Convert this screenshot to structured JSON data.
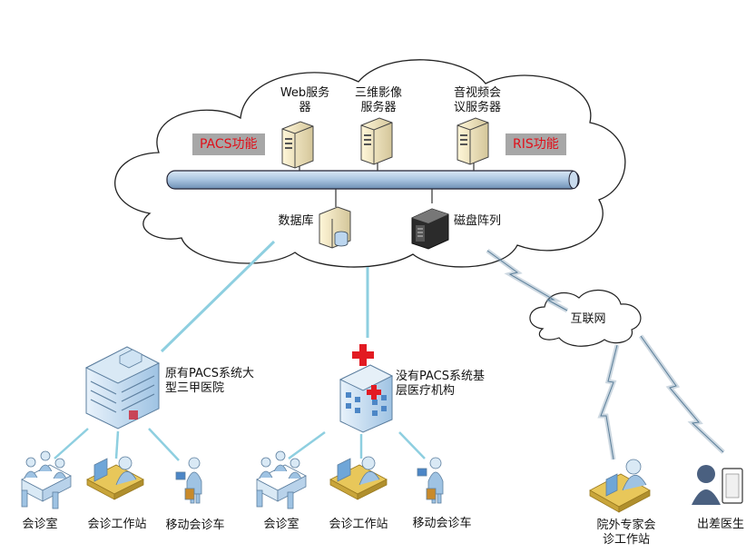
{
  "cloud": {
    "web_server": "Web服务\n器",
    "three_d_server": "三维影像\n服务器",
    "av_server": "音视频会\n议服务器",
    "database": "数据库",
    "disk_array": "磁盘阵列",
    "pacs_tag": "PACS功能",
    "ris_tag": "RIS功能"
  },
  "internet": {
    "label": "互联网"
  },
  "hospital_a": {
    "name": "原有PACS系统大\n型三甲医院",
    "room": "会诊室",
    "workstation": "会诊工作站",
    "mobile": "移动会诊车"
  },
  "hospital_b": {
    "name": "没有PACS系统基\n层医疗机构",
    "room": "会诊室",
    "workstation": "会诊工作站",
    "mobile": "移动会诊车"
  },
  "remote": {
    "expert": "院外专家会\n诊工作站",
    "traveling_doctor": "出差医生"
  },
  "colors": {
    "bus": "#a9c4e0",
    "link": "#8ecfe0",
    "tag_bg": "#a7a7a7",
    "tag_text": "#e0101a",
    "red_cross": "#e21b22"
  }
}
